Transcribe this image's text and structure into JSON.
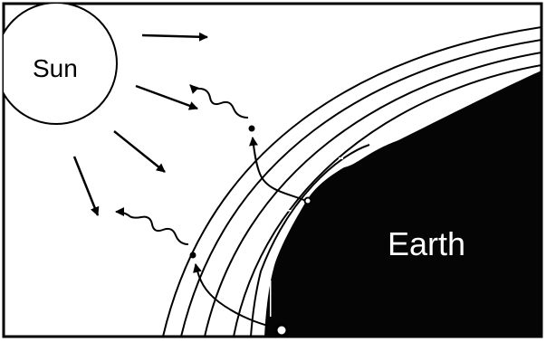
{
  "labels": {
    "sun": "Sun",
    "earth": "Earth"
  },
  "colors": {
    "ink": "#000000",
    "paper": "#ffffff",
    "earth_fill": "#050505"
  },
  "elements": {
    "solar_rays": 4,
    "emitted_waves": 2,
    "atmospheric_layers": 4,
    "reflection_paths": 2
  }
}
